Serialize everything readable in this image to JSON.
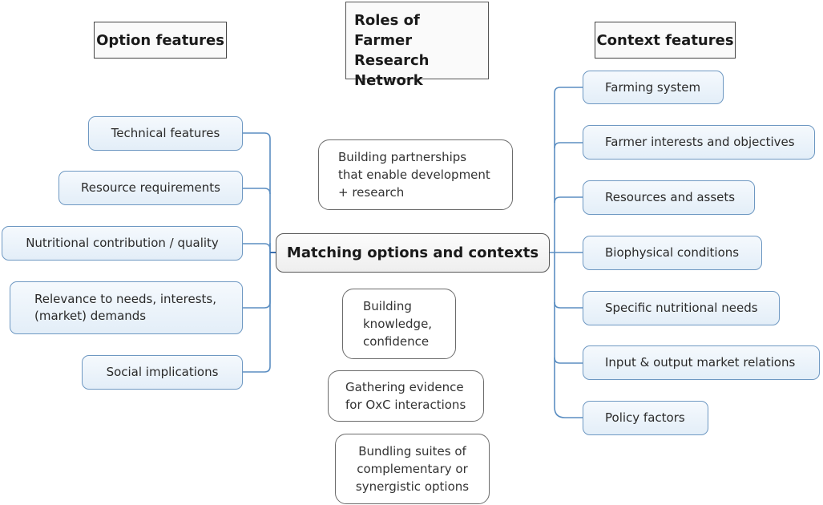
{
  "headers": {
    "option": "Option features",
    "roles": [
      "Roles of",
      "Farmer Research",
      "Network"
    ],
    "context": "Context features"
  },
  "center": "Matching options and contexts",
  "option_features": [
    {
      "lines": [
        "Technical features"
      ]
    },
    {
      "lines": [
        "Resource requirements"
      ]
    },
    {
      "lines": [
        "Nutritional contribution / quality"
      ]
    },
    {
      "lines": [
        "Relevance to needs, interests,",
        "(market) demands"
      ]
    },
    {
      "lines": [
        "Social implications"
      ]
    }
  ],
  "roles": [
    {
      "lines": [
        "Building partnerships",
        "that enable development",
        "+ research"
      ]
    },
    {
      "lines": [
        "Building",
        "knowledge,",
        "confidence"
      ]
    },
    {
      "lines": [
        "Gathering evidence",
        "for OxC interactions"
      ]
    },
    {
      "lines": [
        "Bundling suites of",
        "complementary or",
        "synergistic options"
      ]
    }
  ],
  "context_features": [
    {
      "lines": [
        "Farming system"
      ]
    },
    {
      "lines": [
        "Farmer interests and objectives"
      ]
    },
    {
      "lines": [
        "Resources and assets"
      ]
    },
    {
      "lines": [
        "Biophysical conditions"
      ]
    },
    {
      "lines": [
        "Specific nutritional needs"
      ]
    },
    {
      "lines": [
        "Input & output market relations"
      ]
    },
    {
      "lines": [
        "Policy factors"
      ]
    }
  ],
  "colors": {
    "connector": "#4a7fb5",
    "leaf_border": "#6e98c2",
    "leaf_fill": "#e9f2fa"
  }
}
